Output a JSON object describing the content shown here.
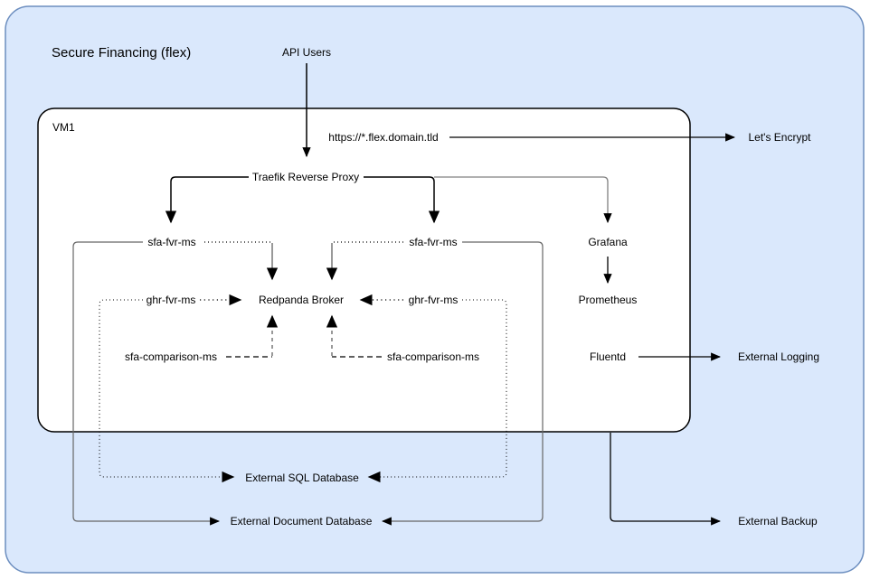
{
  "diagram": {
    "title": "Secure Financing (flex)",
    "colors": {
      "canvas_fill": "#dae8fc",
      "canvas_stroke": "#6c8ebf",
      "vm_fill": "#ffffff",
      "vm_stroke": "#000000",
      "edge_black": "#000000",
      "edge_gray": "#808080",
      "edge_gray_thick": "#999999"
    },
    "nodes": {
      "api_users": "API Users",
      "vm_label": "VM1",
      "url": "https://*.flex.domain.tld",
      "lets_encrypt": "Let's Encrypt",
      "traefik": "Traefik Reverse Proxy",
      "sfa_fvr_left": "sfa-fvr-ms",
      "sfa_fvr_right": "sfa-fvr-ms",
      "grafana": "Grafana",
      "ghr_fvr_left": "ghr-fvr-ms",
      "redpanda": "Redpanda Broker",
      "ghr_fvr_right": "ghr-fvr-ms",
      "prometheus": "Prometheus",
      "sfa_comparison_left": "sfa-comparison-ms",
      "sfa_comparison_right": "sfa-comparison-ms",
      "fluentd": "Fluentd",
      "external_logging": "External Logging",
      "external_sql_db": "External SQL Database",
      "external_document_db": "External Document Database",
      "external_backup": "External Backup"
    },
    "edges": [
      {
        "from": "API Users",
        "to": "Traefik Reverse Proxy",
        "style": "solid"
      },
      {
        "from": "https://*.flex.domain.tld",
        "to": "Let's Encrypt",
        "style": "solid"
      },
      {
        "from": "Traefik Reverse Proxy",
        "to": "sfa-fvr-ms (left)",
        "style": "solid"
      },
      {
        "from": "Traefik Reverse Proxy",
        "to": "sfa-fvr-ms (right)",
        "style": "solid"
      },
      {
        "from": "Traefik Reverse Proxy",
        "to": "Grafana",
        "style": "solid"
      },
      {
        "from": "sfa-fvr-ms (left)",
        "to": "Redpanda Broker",
        "style": "dotted"
      },
      {
        "from": "sfa-fvr-ms (right)",
        "to": "Redpanda Broker",
        "style": "dotted"
      },
      {
        "from": "sfa-fvr-ms (left)",
        "to": "External Document Database",
        "style": "solid"
      },
      {
        "from": "sfa-fvr-ms (right)",
        "to": "External Document Database",
        "style": "solid"
      },
      {
        "from": "ghr-fvr-ms (left)",
        "to": "Redpanda Broker",
        "style": "dotted"
      },
      {
        "from": "ghr-fvr-ms (right)",
        "to": "Redpanda Broker",
        "style": "dotted"
      },
      {
        "from": "ghr-fvr-ms (left)",
        "to": "External SQL Database",
        "style": "dotted"
      },
      {
        "from": "ghr-fvr-ms (right)",
        "to": "External SQL Database",
        "style": "dotted"
      },
      {
        "from": "sfa-comparison-ms (left)",
        "to": "Redpanda Broker",
        "style": "dashed"
      },
      {
        "from": "sfa-comparison-ms (right)",
        "to": "Redpanda Broker",
        "style": "dashed"
      },
      {
        "from": "Grafana",
        "to": "Prometheus",
        "style": "solid"
      },
      {
        "from": "Fluentd",
        "to": "External Logging",
        "style": "solid"
      },
      {
        "from": "VM1",
        "to": "External Backup",
        "style": "solid"
      }
    ]
  }
}
